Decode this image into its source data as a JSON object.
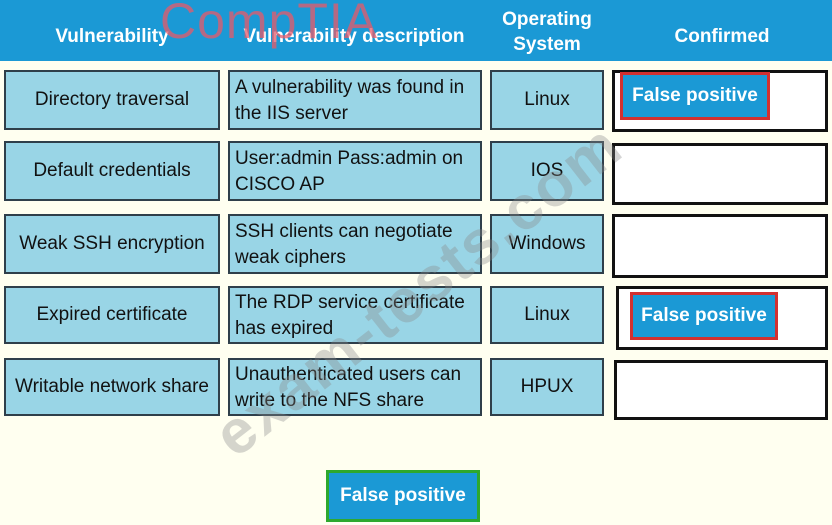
{
  "header": {
    "col_vulnerability": "Vulnerability",
    "col_description": "Vulnerability description",
    "col_os_line1": "Operating",
    "col_os_line2": "System",
    "col_confirmed": "Confirmed"
  },
  "rows": [
    {
      "vulnerability": "Directory traversal",
      "description": "A vulnerability was found in the IIS server",
      "os": "Linux",
      "confirmed": "False positive"
    },
    {
      "vulnerability": "Default credentials",
      "description": "User:admin Pass:admin on CISCO AP",
      "os": "IOS",
      "confirmed": ""
    },
    {
      "vulnerability": "Weak SSH encryption",
      "description": "SSH clients can negotiate weak ciphers",
      "os": "Windows",
      "confirmed": ""
    },
    {
      "vulnerability": "Expired certificate",
      "description": "The RDP service certificate has expired",
      "os": "Linux",
      "confirmed": "False positive"
    },
    {
      "vulnerability": "Writable network share",
      "description": "Unauthenticated users can write to the NFS share",
      "os": "HPUX",
      "confirmed": ""
    }
  ],
  "palette": {
    "option_label": "False positive"
  },
  "watermarks": {
    "logo": "CompTIA",
    "site": "exam-tests.com"
  },
  "colors": {
    "header_bg": "#1b99d5",
    "cell_bg": "#99d5e6",
    "chip_border_placed": "#d23030",
    "chip_border_source": "#2ea82e"
  }
}
